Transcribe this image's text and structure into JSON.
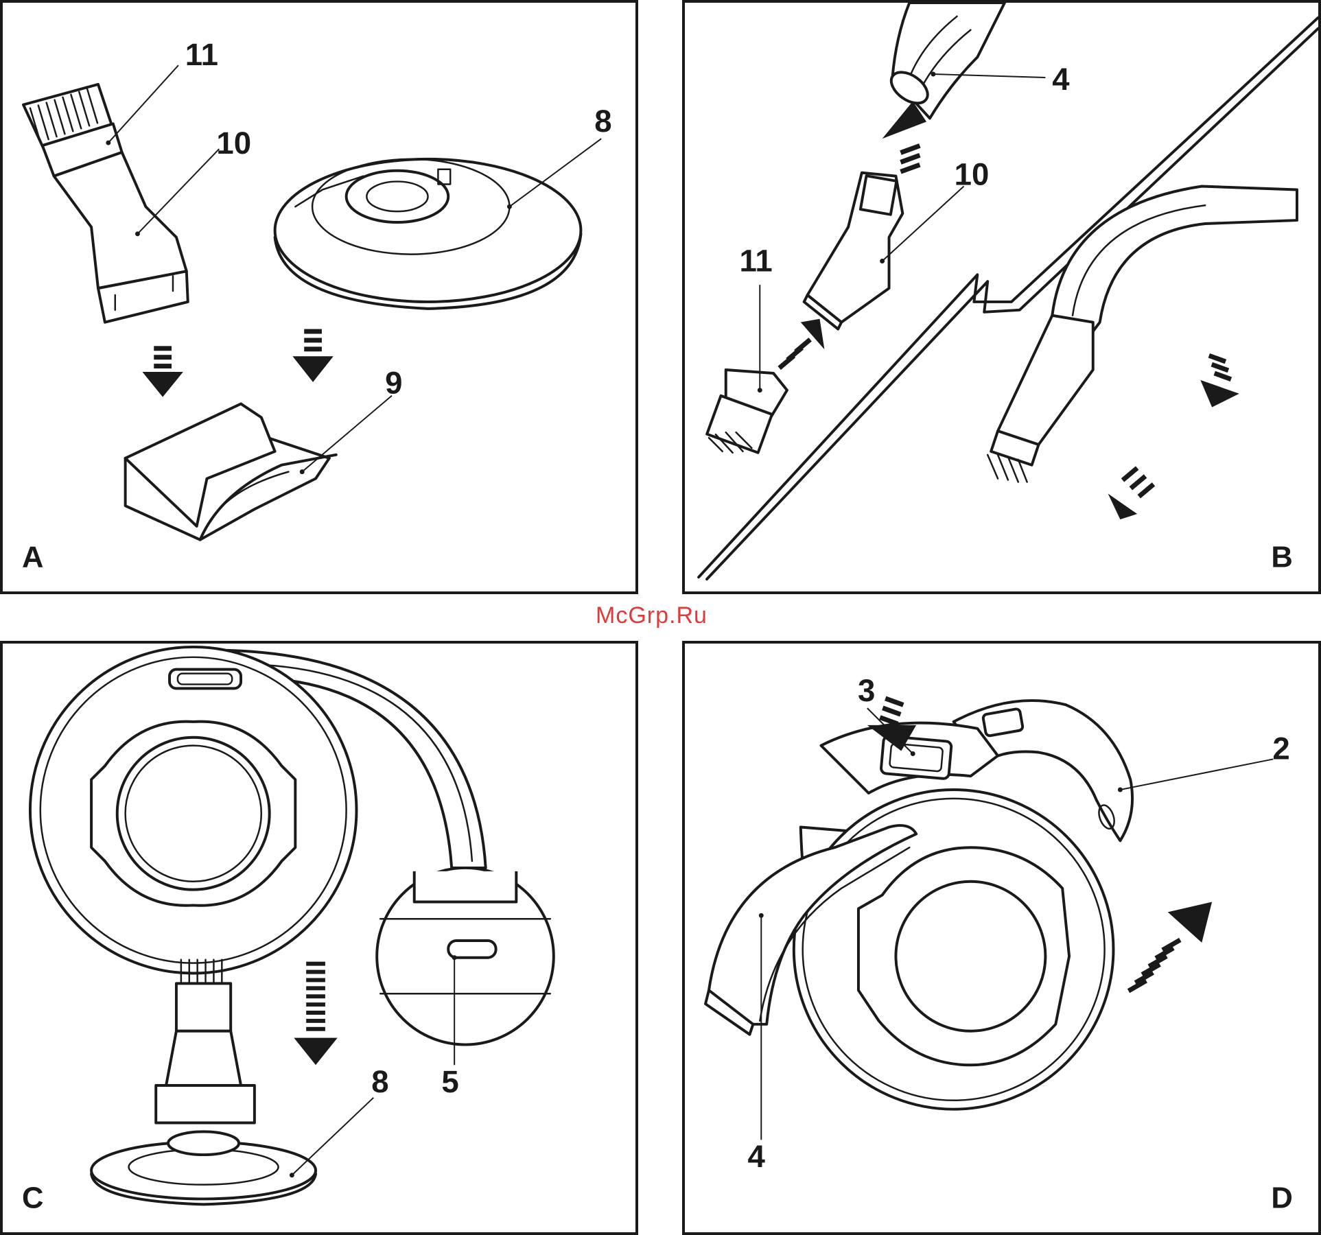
{
  "panels": {
    "a": {
      "letter": "A",
      "callouts": [
        "11",
        "10",
        "8",
        "9"
      ]
    },
    "b": {
      "letter": "B",
      "callouts": [
        "4",
        "10",
        "11"
      ]
    },
    "c": {
      "letter": "C",
      "callouts": [
        "8",
        "5"
      ]
    },
    "d": {
      "letter": "D",
      "callouts": [
        "3",
        "2",
        "4"
      ]
    }
  },
  "watermark": "McGrp.Ru"
}
